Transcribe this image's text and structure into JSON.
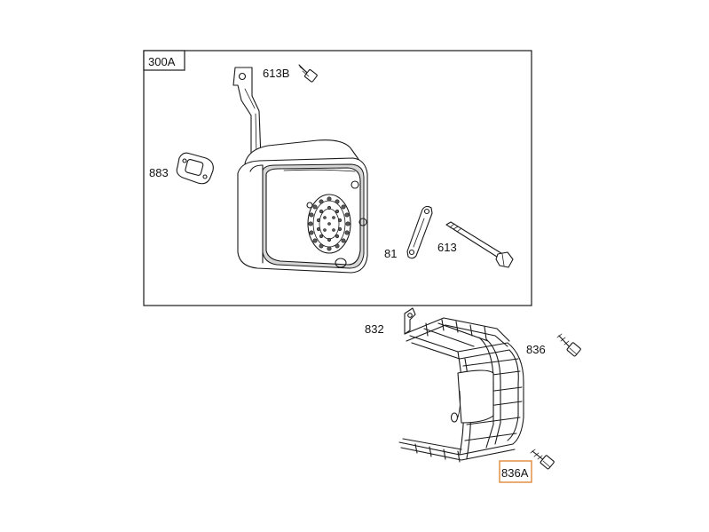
{
  "labels": {
    "group": "300A",
    "bracket_bolt": "613B",
    "gasket": "883",
    "plate": "81",
    "long_bolt": "613",
    "guard": "832",
    "guard_bolt": "836",
    "guard_bolt_lower": "836A"
  },
  "colors": {
    "line": "#1a1a1a",
    "highlight": "#e0883a",
    "fill_light": "#d6d6d6",
    "background": "#ffffff"
  }
}
